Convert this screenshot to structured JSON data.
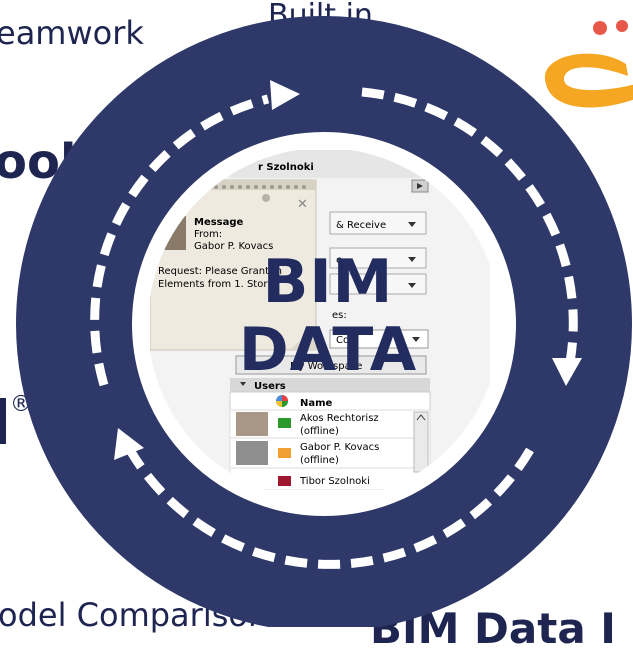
{
  "edges": {
    "teamwork": "eamwork",
    "built_in": "Built in",
    "tool": "ool",
    "registered": "®",
    "model_comparison": "odel Comparison",
    "bim_data_partial": "BIM Data I"
  },
  "center": {
    "line1": "BIM",
    "line2": "DATA"
  },
  "teamwork_window": {
    "title": "r Szolnoki",
    "send_receive": "& Receive",
    "row2": "e...",
    "roles_label": "es:",
    "color_field": "Colo",
    "workspace_btn": "My Workspace",
    "users_header": "Users",
    "col_name": "Name",
    "users": [
      {
        "name": "Akos Rechtorisz",
        "status": "(offline)",
        "color": "#2a9a2a"
      },
      {
        "name": "Gabor P. Kovacs",
        "status": "(offline)",
        "color": "#f0a030"
      },
      {
        "name": "Tibor Szolnoki",
        "status": "",
        "color": "#a01830"
      }
    ]
  },
  "message_note": {
    "title": "Message",
    "from_label": "From:",
    "from_name": "Gabor P. Kovacs",
    "body1": "Request: Please Grant m",
    "body2": "Elements from 1. Story."
  },
  "colors": {
    "ring": "#2e396a",
    "dashes": "#ffffff",
    "logo_orange": "#f5a623",
    "logo_red": "#e8584a"
  }
}
